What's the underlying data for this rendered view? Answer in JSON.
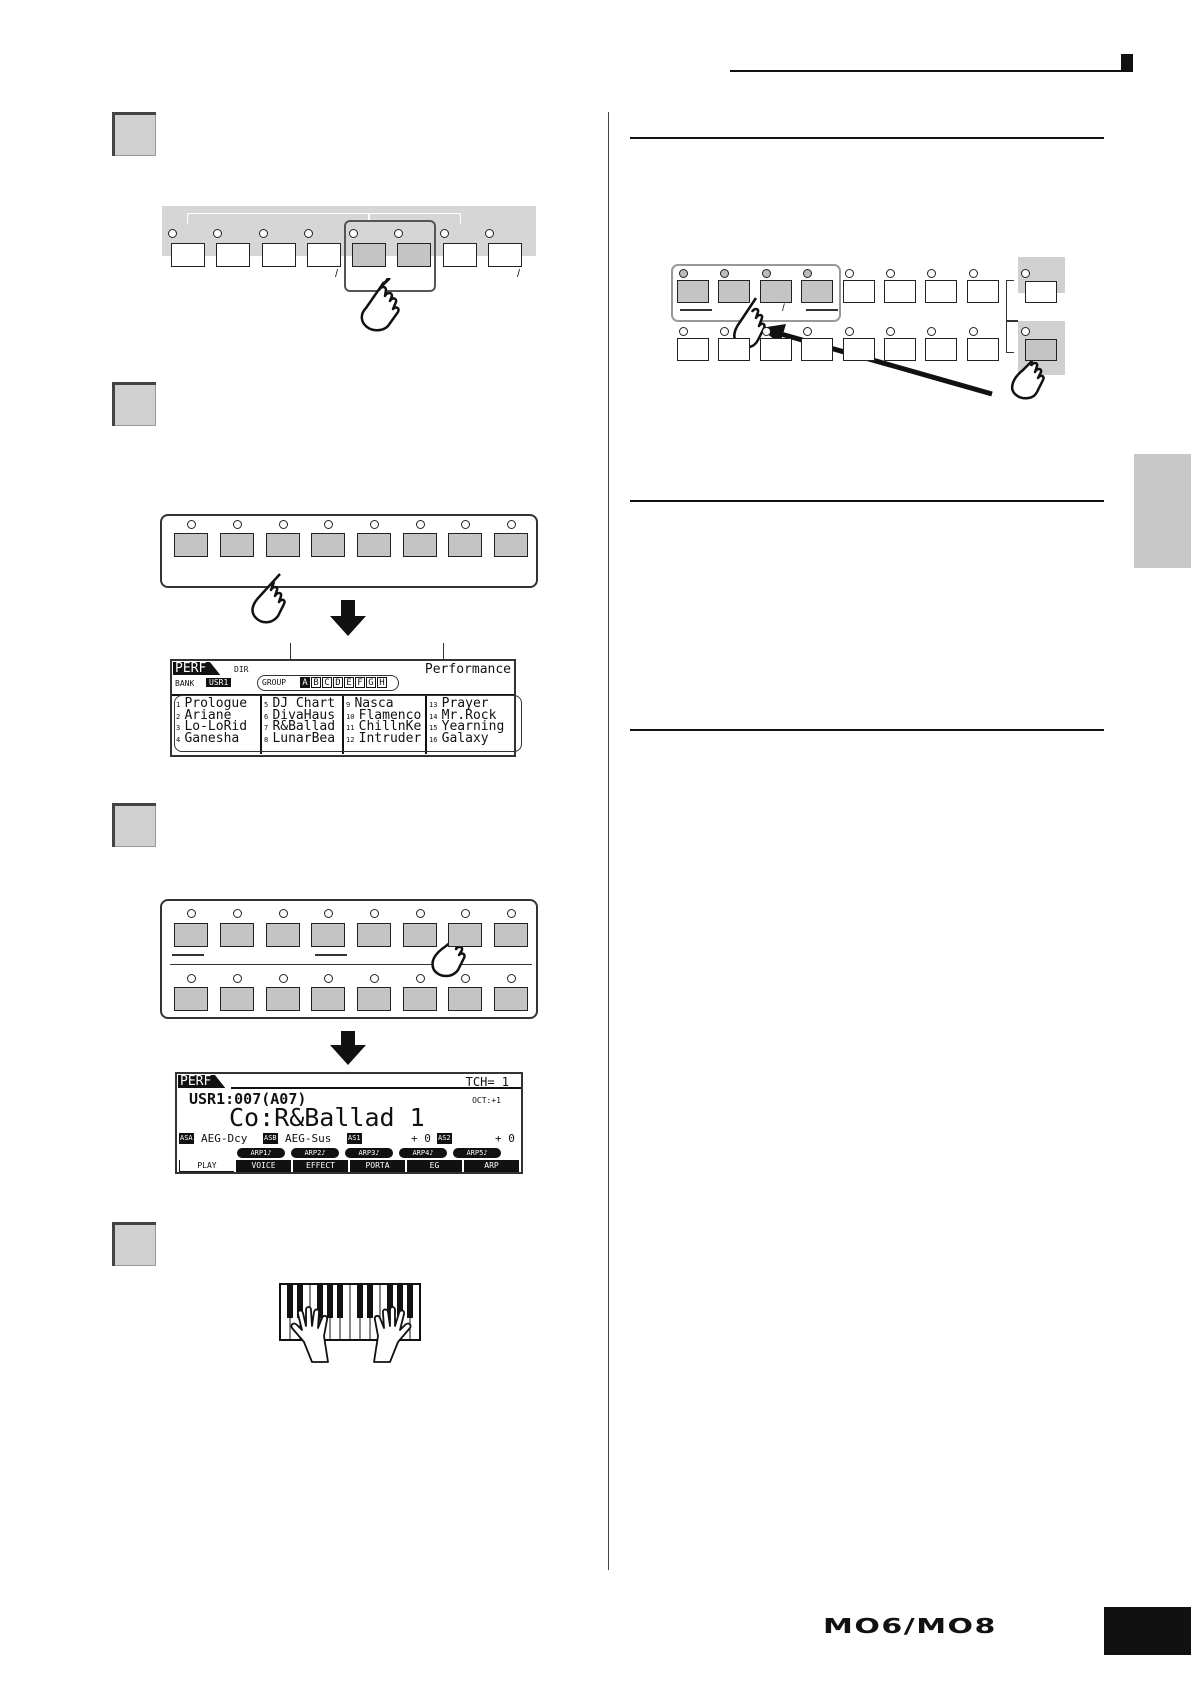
{
  "footer": {
    "logo": "MO6/MO8"
  },
  "perf_list_screen": {
    "mode": "PERF",
    "sub": "DIR",
    "title": "Performance",
    "bank_label": "BANK",
    "bank_value": "USR1",
    "group_label": "GROUP",
    "groups": [
      "A",
      "B",
      "C",
      "D",
      "E",
      "F",
      "G",
      "H"
    ],
    "columns": [
      {
        "nums": [
          "1",
          "2",
          "3",
          "4"
        ],
        "names": [
          "Prologue",
          "Ariane",
          "Lo-LoRid",
          "Ganesha"
        ]
      },
      {
        "nums": [
          "5",
          "6",
          "7",
          "8"
        ],
        "names": [
          "DJ Chart",
          "DivaHaus",
          "R&Ballad",
          "LunarBea"
        ]
      },
      {
        "nums": [
          "9",
          "10",
          "11",
          "12"
        ],
        "names": [
          "Nasca",
          "Flamenco",
          "ChillnKe",
          "Intruder"
        ]
      },
      {
        "nums": [
          "13",
          "14",
          "15",
          "16"
        ],
        "names": [
          "Prayer",
          "Mr.Rock",
          "Yearning",
          "Galaxy"
        ]
      }
    ]
  },
  "perf_play_screen": {
    "mode": "PERF",
    "tch": "TCH= 1",
    "bank_number": "USR1:007(A07)",
    "oct": "OCT:+1",
    "name": "Co:R&Ballad 1",
    "as_row": {
      "as_a": "ASA",
      "as_a_value": "AEG-Dcy",
      "as_b": "ASB",
      "as_b_value": "AEG-Sus",
      "as1": "AS1",
      "as1_value": "+ 0",
      "as2": "AS2",
      "as2_value": "+ 0"
    },
    "arp_buttons": [
      "ARP1♪",
      "ARP2♪",
      "ARP3♪",
      "ARP4♪",
      "ARP5♪"
    ],
    "tabs": [
      "PLAY",
      "VOICE",
      "EFFECT",
      "PORTA",
      "EG",
      "ARP"
    ]
  }
}
